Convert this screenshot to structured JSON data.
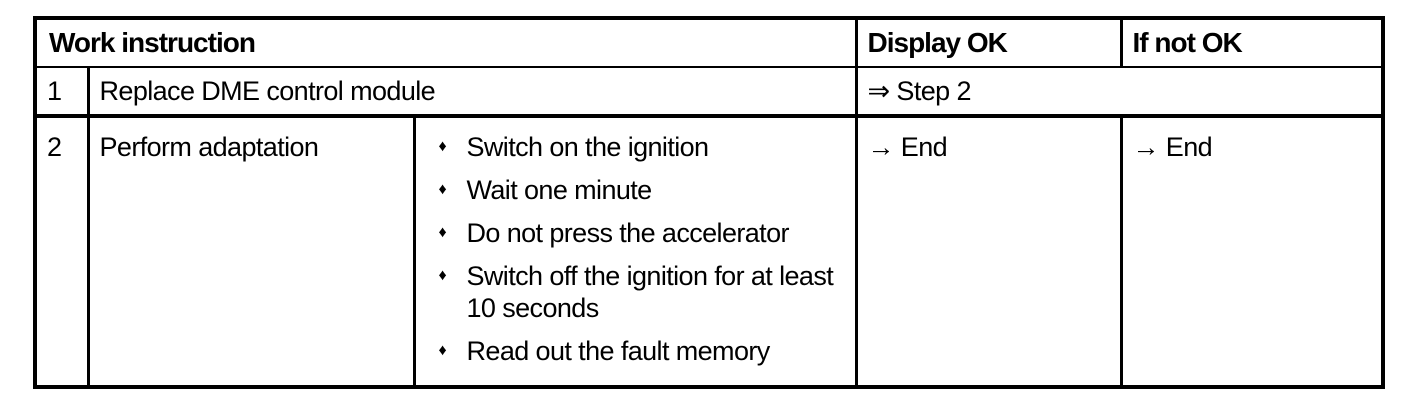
{
  "table": {
    "header": {
      "work_instruction": "Work instruction",
      "display_ok": "Display OK",
      "if_not_ok": "If not OK"
    },
    "bullet_glyph": "♦",
    "rows": [
      {
        "step": "1",
        "instruction": "Replace DME control module",
        "result": "⇒ Step 2"
      },
      {
        "step": "2",
        "instruction": "Perform adaptation",
        "details": [
          "Switch on the ignition",
          "Wait one minute",
          "Do not press the accelerator",
          "Switch off the ignition for at least 10 seconds",
          "Read out the fault memory"
        ],
        "display_ok": "→ End",
        "if_not_ok": "→ End"
      }
    ]
  },
  "colors": {
    "border": "#000000",
    "text": "#000000",
    "background": "#ffffff"
  }
}
